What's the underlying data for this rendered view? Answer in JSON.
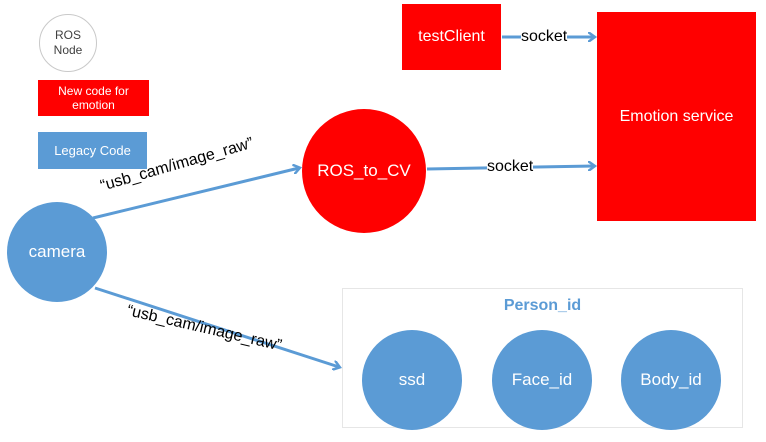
{
  "legend": {
    "ros_node": "ROS\nNode",
    "new_code": "New code for\nemotion",
    "legacy_code": "Legacy Code"
  },
  "nodes": {
    "test_client": "testClient",
    "emotion_service": "Emotion service",
    "ros_to_cv": "ROS_to_CV",
    "camera": "camera",
    "ssd": "ssd",
    "face_id": "Face_id",
    "body_id": "Body_id"
  },
  "group": {
    "title": "Person_id"
  },
  "edges": {
    "testclient_to_emotion": "socket",
    "ros_to_emotion": "socket",
    "camera_to_ros": "“usb_cam/image_raw”",
    "camera_to_person": "“usb_cam/image_raw”"
  },
  "colors": {
    "new_code": "#ff0000",
    "legacy_code": "#5b9bd5",
    "arrow": "#5b9bd5"
  }
}
